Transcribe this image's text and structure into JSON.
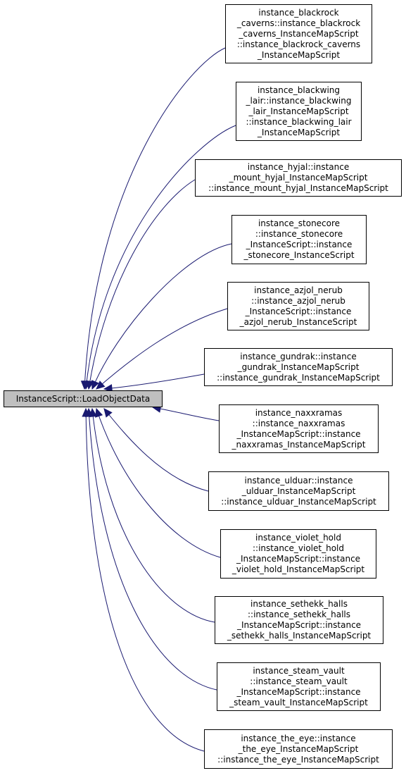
{
  "root": {
    "label": "InstanceScript::LoadObjectData"
  },
  "callers": [
    {
      "id": "blackrock_caverns",
      "lines": [
        "instance_blackrock",
        "_caverns::instance_blackrock",
        "_caverns_InstanceMapScript",
        "::instance_blackrock_caverns",
        "_InstanceMapScript"
      ]
    },
    {
      "id": "blackwing_lair",
      "lines": [
        "instance_blackwing",
        "_lair::instance_blackwing",
        "_lair_InstanceMapScript",
        "::instance_blackwing_lair",
        "_InstanceMapScript"
      ]
    },
    {
      "id": "hyjal",
      "lines": [
        "instance_hyjal::instance",
        "_mount_hyjal_InstanceMapScript",
        "::instance_mount_hyjal_InstanceMapScript"
      ]
    },
    {
      "id": "stonecore",
      "lines": [
        "instance_stonecore",
        "::instance_stonecore",
        "_InstanceScript::instance",
        "_stonecore_InstanceScript"
      ]
    },
    {
      "id": "azjol_nerub",
      "lines": [
        "instance_azjol_nerub",
        "::instance_azjol_nerub",
        "_InstanceScript::instance",
        "_azjol_nerub_InstanceScript"
      ]
    },
    {
      "id": "gundrak",
      "lines": [
        "instance_gundrak::instance",
        "_gundrak_InstanceMapScript",
        "::instance_gundrak_InstanceMapScript"
      ]
    },
    {
      "id": "naxxramas",
      "lines": [
        "instance_naxxramas",
        "::instance_naxxramas",
        "_InstanceMapScript::instance",
        "_naxxramas_InstanceMapScript"
      ]
    },
    {
      "id": "ulduar",
      "lines": [
        "instance_ulduar::instance",
        "_ulduar_InstanceMapScript",
        "::instance_ulduar_InstanceMapScript"
      ]
    },
    {
      "id": "violet_hold",
      "lines": [
        "instance_violet_hold",
        "::instance_violet_hold",
        "_InstanceMapScript::instance",
        "_violet_hold_InstanceMapScript"
      ]
    },
    {
      "id": "sethekk_halls",
      "lines": [
        "instance_sethekk_halls",
        "::instance_sethekk_halls",
        "_InstanceMapScript::instance",
        "_sethekk_halls_InstanceMapScript"
      ]
    },
    {
      "id": "steam_vault",
      "lines": [
        "instance_steam_vault",
        "::instance_steam_vault",
        "_InstanceMapScript::instance",
        "_steam_vault_InstanceMapScript"
      ]
    },
    {
      "id": "the_eye",
      "lines": [
        "instance_the_eye::instance",
        "_the_eye_InstanceMapScript",
        "::instance_the_eye_InstanceMapScript"
      ]
    }
  ],
  "colors": {
    "edge": "#191970",
    "node_border": "#000000",
    "root_fill": "#bfbfbf",
    "node_fill": "#ffffff"
  }
}
